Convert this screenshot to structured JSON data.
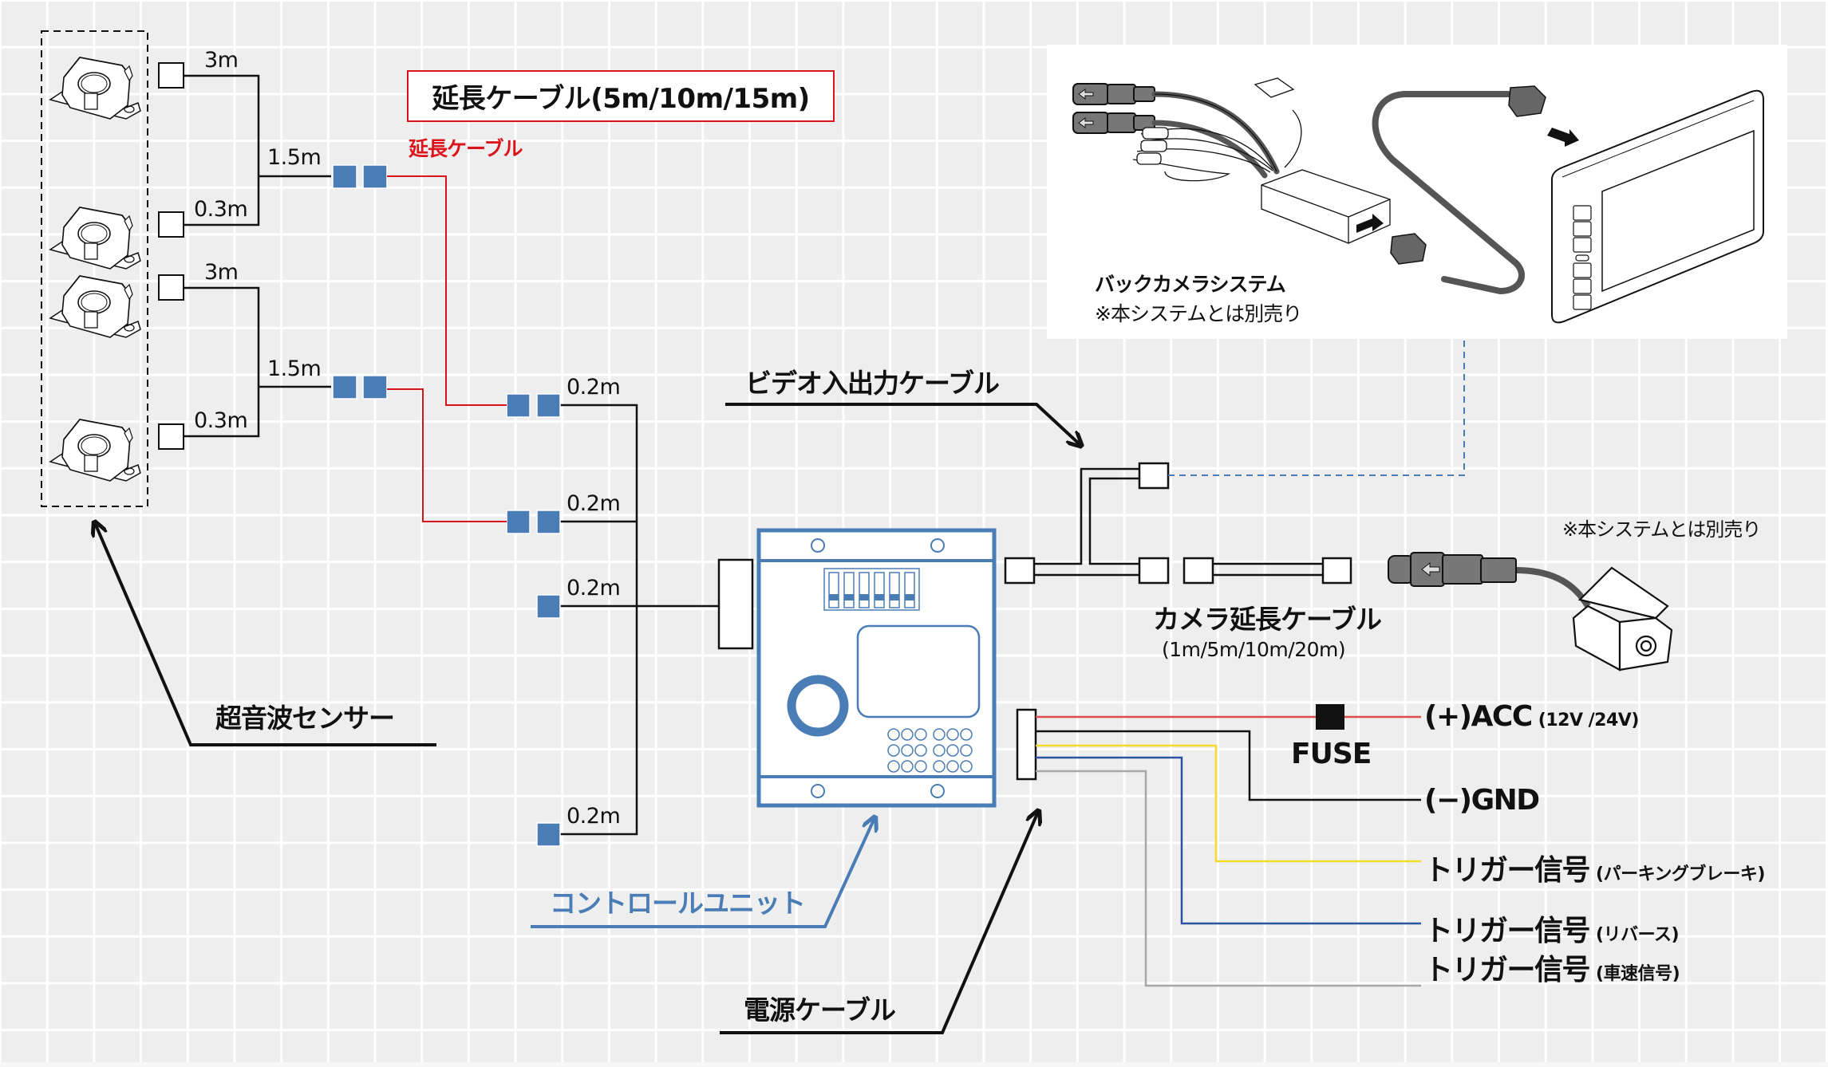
{
  "colors": {
    "extension_red": "#d9151b",
    "unit_blue": "#4a7db5",
    "acc_wire": "#e04a4a",
    "gnd_wire": "#111111",
    "trigger_parking_wire": "#f2d92a",
    "trigger_reverse_wire": "#2c52a3",
    "trigger_speed_wire": "#a8a8a8"
  },
  "sensors": {
    "label": "超音波センサー",
    "count": 4,
    "icon": "ultrasonic-sensor-icon",
    "groups": [
      {
        "upper_cable": "3m",
        "lower_cable": "0.3m",
        "trunk_cable": "1.5m"
      },
      {
        "upper_cable": "3m",
        "lower_cable": "0.3m",
        "trunk_cable": "1.5m"
      }
    ]
  },
  "extension_cable": {
    "box_label": "延長ケーブル(5m/10m/15m)",
    "line_label": "延長ケーブル"
  },
  "unit_inputs": [
    {
      "cable": "0.2m"
    },
    {
      "cable": "0.2m"
    },
    {
      "cable": "0.2m"
    },
    {
      "cable": "0.2m"
    }
  ],
  "control_unit": {
    "label": "コントロールユニット",
    "dip_switch_count": 6
  },
  "video_cable": {
    "label": "ビデオ入出力ケーブル"
  },
  "back_camera_system": {
    "title": "バックカメラシステム",
    "note": "※本システムとは別売り"
  },
  "camera": {
    "note": "※本システムとは別売り"
  },
  "camera_extension": {
    "label": "カメラ延長ケーブル",
    "lengths": "(1m/5m/10m/20m)"
  },
  "power_cable": {
    "label": "電源ケーブル",
    "fuse_label": "FUSE",
    "outputs": [
      {
        "main": "(+)ACC",
        "sub": "(12V /24V)",
        "wire": "acc"
      },
      {
        "main": "(−)GND",
        "sub": "",
        "wire": "gnd"
      },
      {
        "main": "トリガー信号",
        "sub": "(パーキングブレーキ)",
        "wire": "trigger_parking"
      },
      {
        "main": "トリガー信号",
        "sub": "(リバース)",
        "wire": "trigger_reverse"
      },
      {
        "main": "トリガー信号",
        "sub": "(車速信号)",
        "wire": "trigger_speed"
      }
    ]
  }
}
